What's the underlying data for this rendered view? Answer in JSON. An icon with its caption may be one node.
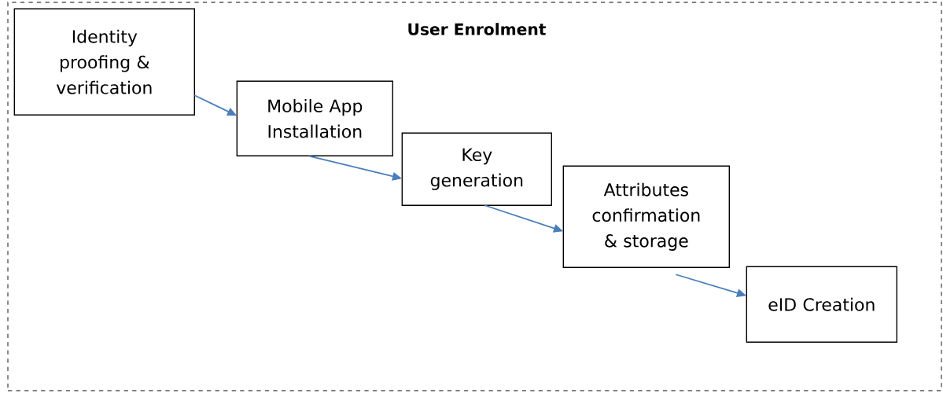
{
  "diagram": {
    "nodes": [
      {
        "text": [
          "User Enrolment"
        ]
      },
      {
        "text": [
          "Identity proofing & verification"
        ],
        "in": 0
      },
      {
        "text": [
          "Mobile App Installation"
        ],
        "in": 0
      },
      {
        "text": [
          "Key generation"
        ],
        "in": 0
      },
      {
        "text": [
          "Attributes confirmation & storage"
        ],
        "in": 0
      },
      {
        "text": [
          "eID Creation"
        ],
        "in": 0
      }
    ],
    "edges": [
      {
        "from": 1,
        "to": 2,
        "arrow": "to"
      },
      {
        "from": 2,
        "to": 3,
        "arrow": "to"
      },
      {
        "from": 3,
        "to": 4,
        "arrow": "to"
      },
      {
        "from": 4,
        "to": 5,
        "arrow": "to"
      }
    ]
  }
}
